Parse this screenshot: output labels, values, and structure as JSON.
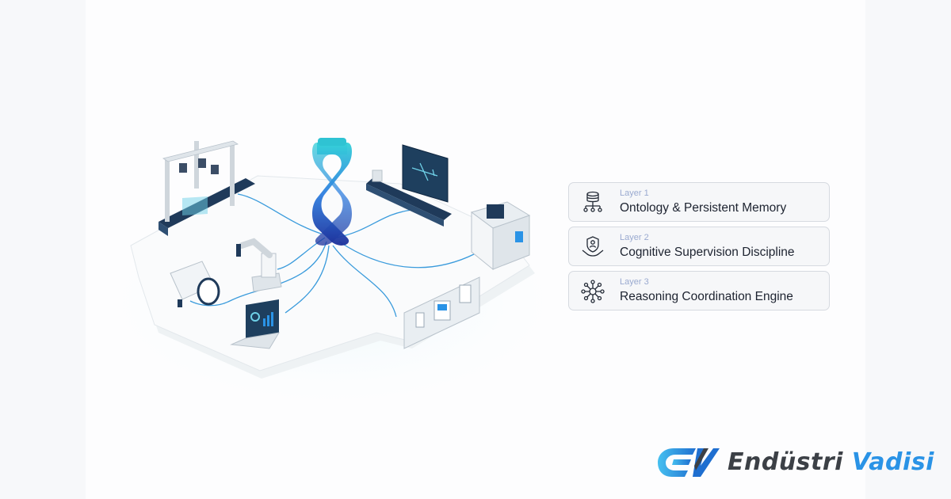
{
  "layers": [
    {
      "number": "Layer 1",
      "name": "Ontology & Persistent Memory",
      "icon": "database-hierarchy-icon"
    },
    {
      "number": "Layer 2",
      "name": "Cognitive Supervision Discipline",
      "icon": "shield-person-hands-icon"
    },
    {
      "number": "Layer 3",
      "name": "Reasoning Coordination Engine",
      "icon": "network-hub-icon"
    }
  ],
  "brand": {
    "word1": "Endüstri",
    "word2": "Vadisi"
  },
  "colors": {
    "accent_blue": "#2a93e6",
    "helix_teal": "#2fc3d3",
    "helix_navy": "#1e3ca8",
    "brand_gray": "#3c4046"
  }
}
